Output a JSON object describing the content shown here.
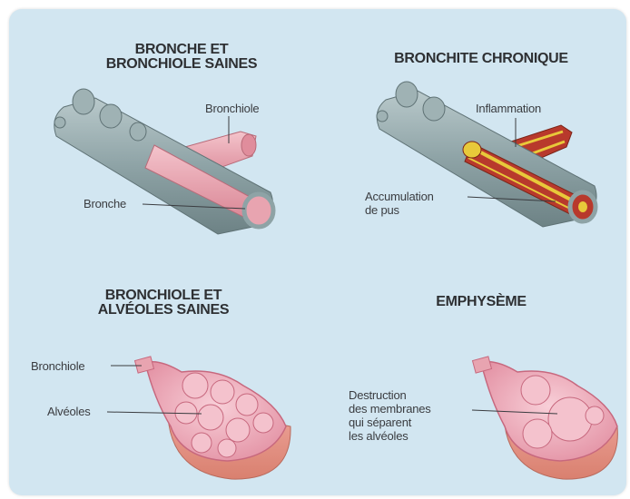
{
  "panels": {
    "healthy_bronchi": {
      "title_line1": "BRONCHE ET",
      "title_line2": "BRONCHIOLE SAINES",
      "label_bronchiole": "Bronchiole",
      "label_bronche": "Bronche"
    },
    "chronic_bronchitis": {
      "title": "BRONCHITE CHRONIQUE",
      "label_inflammation": "Inflammation",
      "label_pus_line1": "Accumulation",
      "label_pus_line2": "de pus"
    },
    "healthy_alveoli": {
      "title_line1": "BRONCHIOLE ET",
      "title_line2": "ALVÉOLES SAINES",
      "label_bronchiole": "Bronchiole",
      "label_alveoles": "Alvéoles"
    },
    "emphysema": {
      "title": "EMPHYSÈME",
      "label_line1": "Destruction",
      "label_line2": "des membranes",
      "label_line3": "qui séparent",
      "label_line4": "les alvéoles"
    }
  },
  "colors": {
    "background": "#d2e6f1",
    "bronchus_wall": "#8ea3a6",
    "bronchus_inner": "#e8a4b0",
    "inflammation": "#b8392c",
    "pus": "#e8c93a",
    "alveoli": "#f2b9c6",
    "leader_line": "#3a3c40"
  }
}
